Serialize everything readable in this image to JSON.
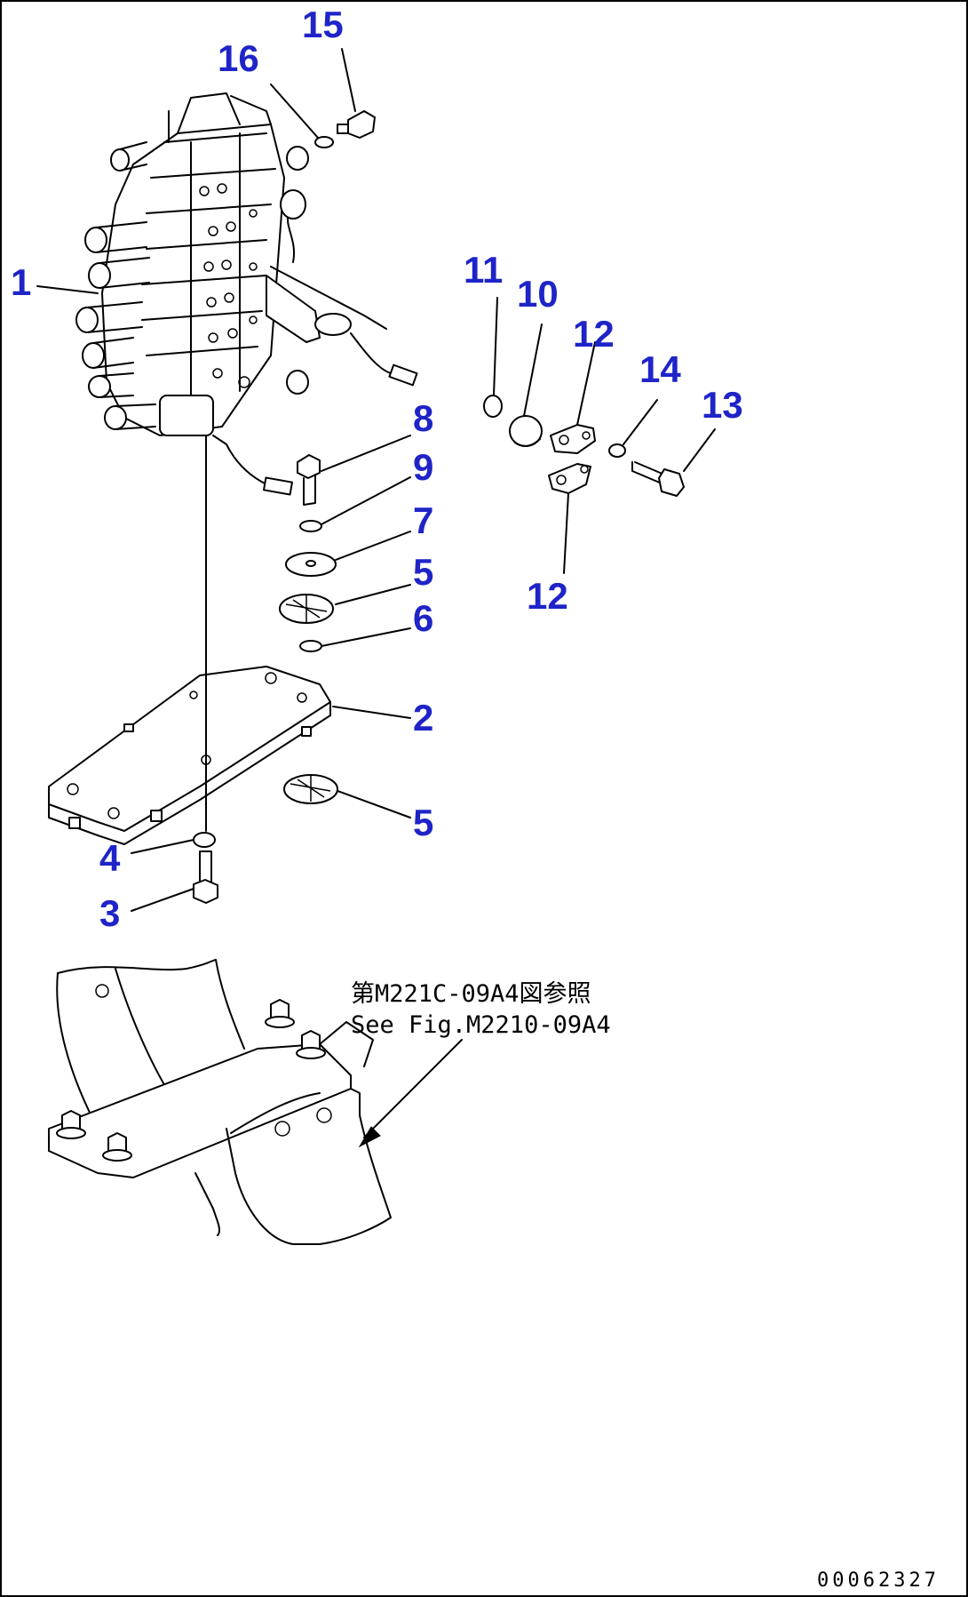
{
  "callouts": [
    {
      "id": "c1",
      "label": "1"
    },
    {
      "id": "c2",
      "label": "2"
    },
    {
      "id": "c3",
      "label": "3"
    },
    {
      "id": "c4",
      "label": "4"
    },
    {
      "id": "c5a",
      "label": "5"
    },
    {
      "id": "c5b",
      "label": "5"
    },
    {
      "id": "c6",
      "label": "6"
    },
    {
      "id": "c7",
      "label": "7"
    },
    {
      "id": "c8",
      "label": "8"
    },
    {
      "id": "c9",
      "label": "9"
    },
    {
      "id": "c10",
      "label": "10"
    },
    {
      "id": "c11",
      "label": "11"
    },
    {
      "id": "c12a",
      "label": "12"
    },
    {
      "id": "c12b",
      "label": "12"
    },
    {
      "id": "c13",
      "label": "13"
    },
    {
      "id": "c14",
      "label": "14"
    },
    {
      "id": "c15",
      "label": "15"
    },
    {
      "id": "c16",
      "label": "16"
    }
  ],
  "reference_note": {
    "line1": "第M221C-09A4図参照",
    "line2": "See Fig.M2210-09A4"
  },
  "figure_number": "00062327"
}
